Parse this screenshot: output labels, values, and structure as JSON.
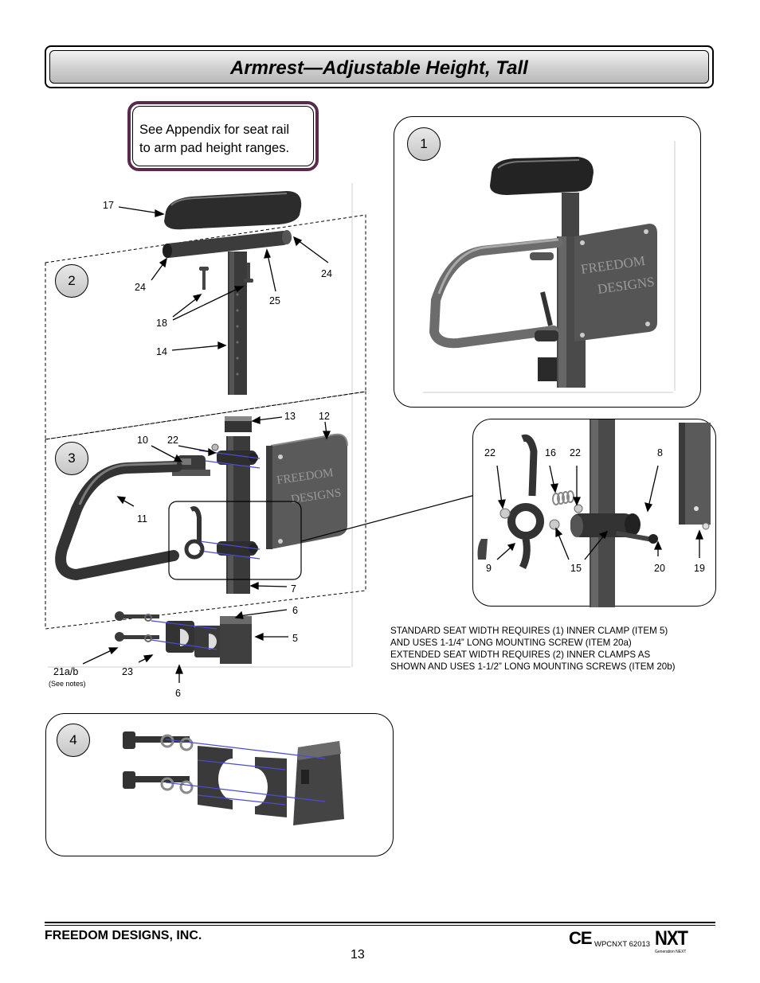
{
  "header": {
    "title": "Armrest—Adjustable Height, Tall"
  },
  "note": {
    "line1": "See Appendix for seat rail",
    "line2": "to arm pad height ranges."
  },
  "figures": {
    "fig1": {
      "number": "1"
    },
    "fig2": {
      "number": "2"
    },
    "fig3": {
      "number": "3"
    },
    "fig4": {
      "number": "4"
    }
  },
  "brand_plate": {
    "line1": "FREEDOM",
    "line2": "DESIGNS"
  },
  "callouts": {
    "c17": "17",
    "c24a": "24",
    "c24b": "24",
    "c25": "25",
    "c18": "18",
    "c14": "14",
    "c13": "13",
    "c12": "12",
    "c10": "10",
    "c22": "22",
    "c11": "11",
    "c7": "7",
    "c6a": "6",
    "c5": "5",
    "c21": "21a/b",
    "c21note": "(See notes)",
    "c23": "23",
    "c6b": "6"
  },
  "detail_callouts": {
    "d22a": "22",
    "d16": "16",
    "d22b": "22",
    "d8": "8",
    "d9": "9",
    "d15": "15",
    "d20": "20",
    "d19": "19"
  },
  "requirements": [
    "STANDARD SEAT WIDTH REQUIRES  (1) INNER CLAMP (ITEM 5)",
    "AND USES 1-1/4” LONG MOUNTING SCREW (ITEM 20a)",
    "EXTENDED SEAT WIDTH REQUIRES (2) INNER CLAMPS AS",
    "SHOWN AND USES 1-1/2” LONG MOUNTING SCREWS (ITEM 20b)"
  ],
  "footer": {
    "company": "FREEDOM DESIGNS, INC.",
    "page_number": "13",
    "ce_mark": "CE",
    "doc_code": "WPCNXT 62013",
    "logo": "NXT",
    "logo_sub": "Generation NEXT"
  },
  "colors": {
    "note_border": "#5a2a4c",
    "part_dark": "#3a3a3a",
    "blue_line": "#4b4bd6"
  }
}
